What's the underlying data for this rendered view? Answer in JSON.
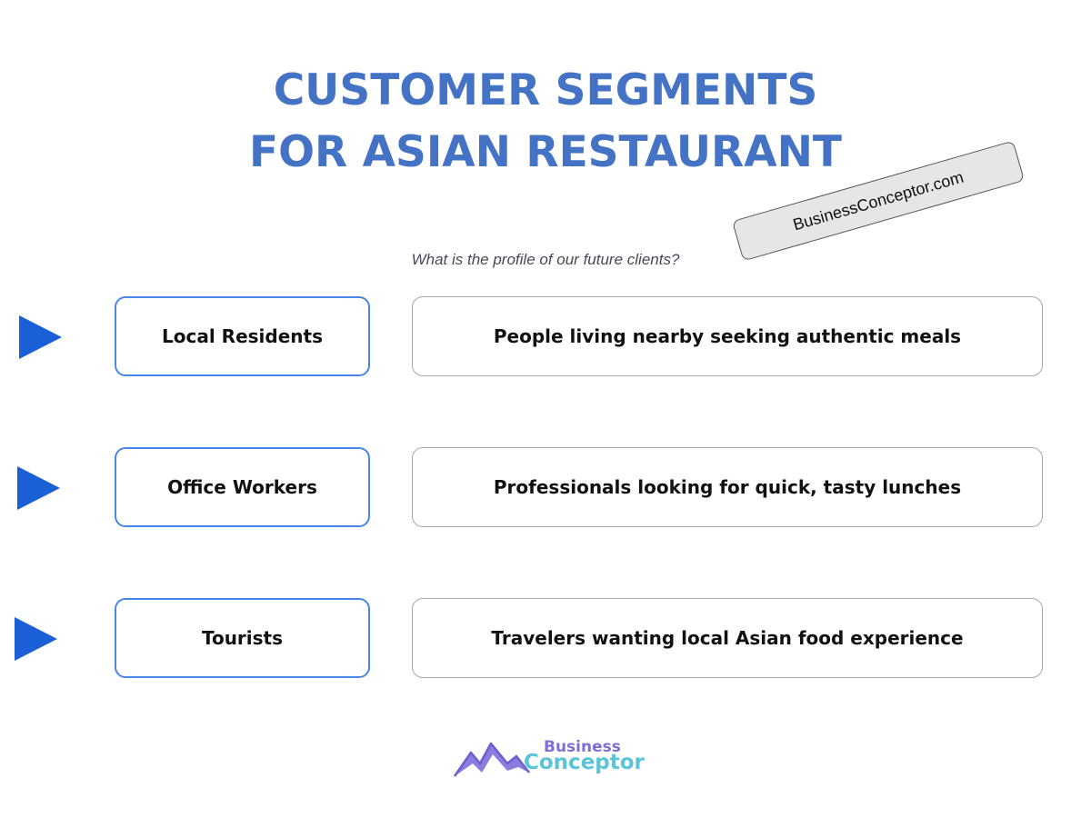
{
  "title": {
    "line1": "CUSTOMER SEGMENTS",
    "line2": "FOR ASIAN RESTAURANT"
  },
  "watermark": {
    "text": "BusinessConceptor.com"
  },
  "subtitle": "What is the profile of our future clients?",
  "segments": [
    {
      "name": "Local Residents",
      "description": "People living nearby seeking authentic meals"
    },
    {
      "name": "Office Workers",
      "description": "Professionals looking for quick, tasty lunches"
    },
    {
      "name": "Tourists",
      "description": "Travelers wanting local Asian food experience"
    }
  ],
  "logo": {
    "line1": "Business",
    "line2": "Conceptor",
    "icon": "mountain-icon"
  },
  "colors": {
    "title": "#4472c4",
    "arrow": "#1a5fd6",
    "segment_border": "#4a86e8",
    "description_border": "#a8a8a8",
    "logo_purple": "#7e6fd6",
    "logo_teal": "#5cc4d8"
  }
}
